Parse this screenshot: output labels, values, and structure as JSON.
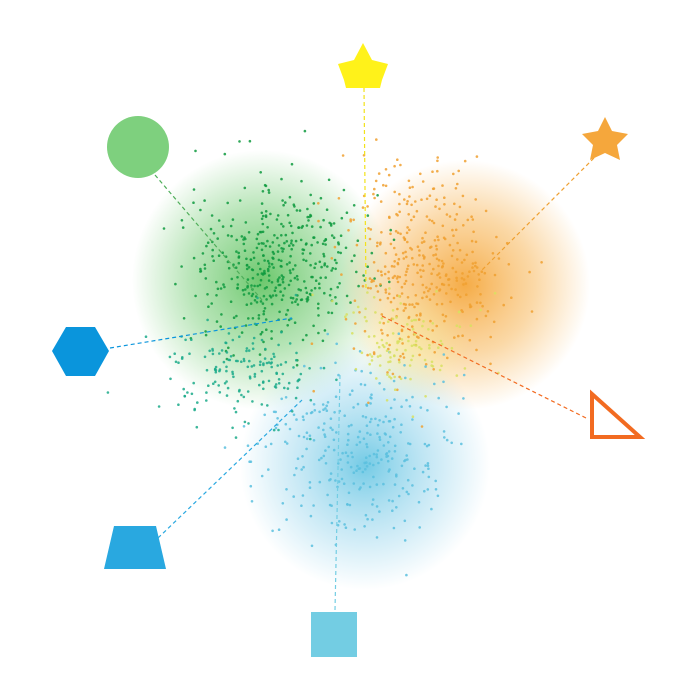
{
  "chart_data": {
    "type": "scatter",
    "title": "",
    "anchors": [
      {
        "id": "circle",
        "shape": "circle-icon",
        "color": "#7ED07E"
      },
      {
        "id": "star-yellow",
        "shape": "star-icon",
        "color": "#FFF21A"
      },
      {
        "id": "star-orange",
        "shape": "star-icon",
        "color": "#F5A73C"
      },
      {
        "id": "triangle",
        "shape": "triangle-icon",
        "color": "#F26B21"
      },
      {
        "id": "square",
        "shape": "square-icon",
        "color": "#73CDE3"
      },
      {
        "id": "trapezoid",
        "shape": "trapezoid-icon",
        "color": "#29A8E0"
      },
      {
        "id": "hexagon",
        "shape": "hexagon-icon",
        "color": "#0A95DC"
      }
    ],
    "clusters": [
      {
        "name": "green",
        "color": "#0E9A3E",
        "glow": "#5CC15C",
        "count": 420
      },
      {
        "name": "teal",
        "color": "#1BAA8A",
        "glow": "#5CC15C",
        "count": 160
      },
      {
        "name": "orange",
        "color": "#F0A030",
        "glow": "#F5A73C",
        "count": 380
      },
      {
        "name": "blue",
        "color": "#5BC0DE",
        "glow": "#6CC8E4",
        "count": 300
      },
      {
        "name": "yellow",
        "color": "#D8E060",
        "glow": "#F3F09A",
        "count": 110
      }
    ]
  }
}
